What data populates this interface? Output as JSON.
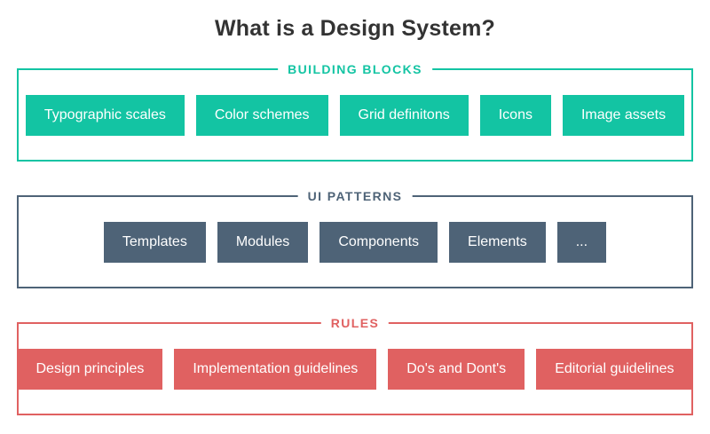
{
  "title": "What is a Design System?",
  "title_color": "#333333",
  "sections": [
    {
      "id": "building-blocks",
      "label": "BUILDING BLOCKS",
      "color": "#13C4A3",
      "chips": [
        "Typographic scales",
        "Color schemes",
        "Grid definitons",
        "Icons",
        "Image assets"
      ]
    },
    {
      "id": "ui-patterns",
      "label": "UI PATTERNS",
      "color": "#4E6377",
      "chips": [
        "Templates",
        "Modules",
        "Components",
        "Elements",
        "..."
      ]
    },
    {
      "id": "rules",
      "label": "RULES",
      "color": "#E06161",
      "chips": [
        "Design principles",
        "Implementation guidelines",
        "Do's and Dont's",
        "Editorial guidelines"
      ]
    }
  ]
}
